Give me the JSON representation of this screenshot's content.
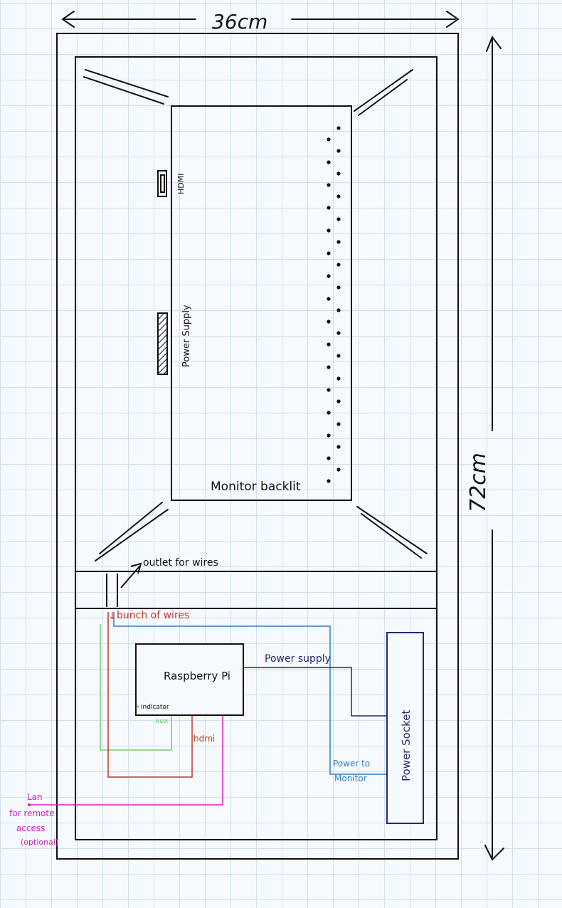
{
  "labels": {
    "width": "36cm",
    "height": "72cm",
    "hdmi_port": "HDMI",
    "power_port": "Power Supply",
    "monitor": "Monitor backlit",
    "outlet": "outlet for wires",
    "bunch": "bunch of wires",
    "pi": "Raspberry Pi",
    "indicator": "indicator",
    "aux": "aux",
    "hdmi_wire": "hdmi",
    "power_supply": "Power supply",
    "power_to": "Power to",
    "monitor_word": "Monitor",
    "socket": "Power Socket",
    "lan": "Lan",
    "remote1": "for remote",
    "remote2": "access",
    "optional": "(optional)"
  },
  "colors": {
    "ink": "#111111",
    "lan_wire": "#d61fb8",
    "hdmi_wire": "#c0392b",
    "aux_wire": "#7cc96b",
    "monitor_power_wire": "#2d7fc1",
    "pi_power_wire": "#28286e",
    "grid": "#cfe0ef"
  }
}
